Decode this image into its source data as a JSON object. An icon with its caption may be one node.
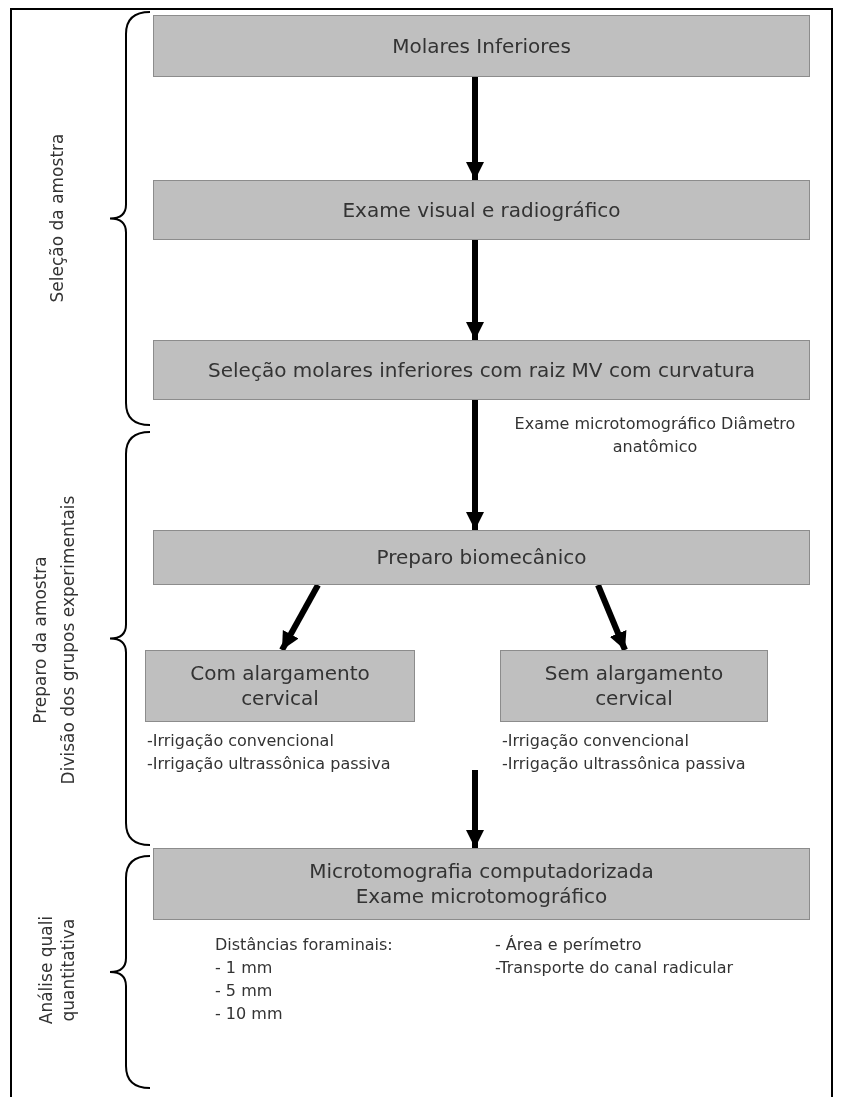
{
  "diagram": {
    "nodes": [
      {
        "text": [
          "Molares Inferiores"
        ]
      },
      {
        "text": [
          "Exame visual e radiográfico"
        ]
      },
      {
        "text": [
          "Seleção molares inferiores com raiz MV com curvatura"
        ]
      },
      {
        "text": [
          "Preparo biomecânico"
        ]
      },
      {
        "text": [
          "Com alargamento cervical"
        ],
        "beside": [
          "-Irrigação convencional",
          "-Irrigação ultrassônica passiva"
        ]
      },
      {
        "text": [
          "Sem alargamento cervical"
        ],
        "beside": [
          "-Irrigação convencional",
          "-Irrigação ultrassônica passiva"
        ]
      },
      {
        "text": [
          "Microtomografia computadorizada",
          "Exame microtomográfico"
        ]
      }
    ],
    "edges": [
      {
        "from": 0,
        "to": 1,
        "arrow": "to"
      },
      {
        "from": 1,
        "to": 2,
        "arrow": "to"
      },
      {
        "from": 2,
        "to": 3,
        "arrow": "to",
        "label": "Exame microtomográfico Diâmetro anatômico"
      },
      {
        "from": 3,
        "to": 4,
        "arrow": "to"
      },
      {
        "from": 3,
        "to": 5,
        "arrow": "to"
      },
      {
        "from": null,
        "to": 6,
        "arrow": "to"
      }
    ],
    "labels": [
      "Seleção da amostra",
      "Preparo da amostra",
      "Divisão dos grupos experimentais",
      "Análise quali quantitativa",
      "Distâncias foraminais:",
      "- 1 mm",
      "- 5 mm",
      "- 10 mm",
      "- Área e perímetro",
      "-Transporte do canal radicular"
    ]
  }
}
